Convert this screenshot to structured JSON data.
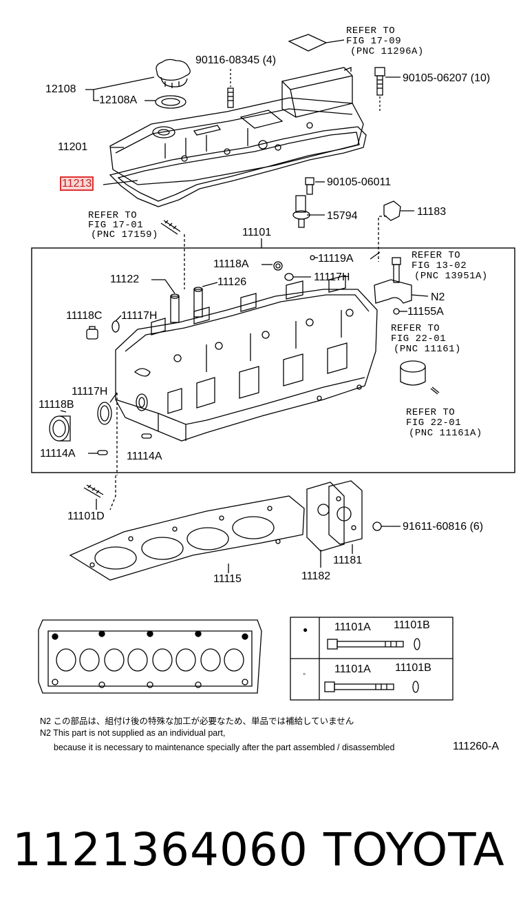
{
  "callouts": {
    "refer_17_09": [
      "REFER TO",
      "FIG 17-09",
      "(PNC 11296A)"
    ],
    "refer_17_01": [
      "REFER TO",
      "FIG 17-01",
      "(PNC 17159)"
    ],
    "refer_13_02": [
      "REFER TO",
      "FIG 13-02",
      "(PNC 13951A)"
    ],
    "refer_22_01a": [
      "REFER TO",
      "FIG 22-01",
      "(PNC 11161)"
    ],
    "refer_22_01b": [
      "REFER TO",
      "FIG 22-01",
      "(PNC 11161A)"
    ]
  },
  "parts": {
    "p90116": "90116-08345 (4)",
    "p90105_06207": "90105-06207 (10)",
    "p12108": "12108",
    "p12108A": "12108A",
    "p11201": "11201",
    "p11213": "11213",
    "p90105_06011": "90105-06011",
    "p15794": "15794",
    "p11183": "11183",
    "p11101": "11101",
    "p11118A": "11118A",
    "p11119A": "11119A",
    "p11122": "11122",
    "p11126": "11126",
    "p11117H_a": "11117H",
    "p11118C": "11118C",
    "p11117H_b": "11117H",
    "pN2": "N2",
    "p11155A": "11155A",
    "p11117H_c": "11117H",
    "p11118B": "11118B",
    "p11114A_a": "11114A",
    "p11114A_b": "11114A",
    "p11101D": "11101D",
    "p91611": "91611-60816 (6)",
    "p11115": "11115",
    "p11181": "11181",
    "p11182": "11182"
  },
  "bolt_table": {
    "rows": [
      {
        "marker": "●",
        "col1": "11101A",
        "col2": "11101B"
      },
      {
        "marker": "◦",
        "col1": "11101A",
        "col2": "11101B"
      }
    ]
  },
  "notes": {
    "jp": "N2  この部品は、組付け後の特殊な加工が必要なため、単品では補給していません",
    "en1": "N2  This part is not supplied as an individual part,",
    "en2": "because it is necessary to maintenance specially after the part assembled / disassembled",
    "fig_id": "111260-A"
  },
  "footer": {
    "part_number": "1121364060",
    "brand": "TOYOTA"
  },
  "colors": {
    "line": "#000000",
    "highlight_border": "#e03030",
    "highlight_fill": "#f9d6d6"
  }
}
